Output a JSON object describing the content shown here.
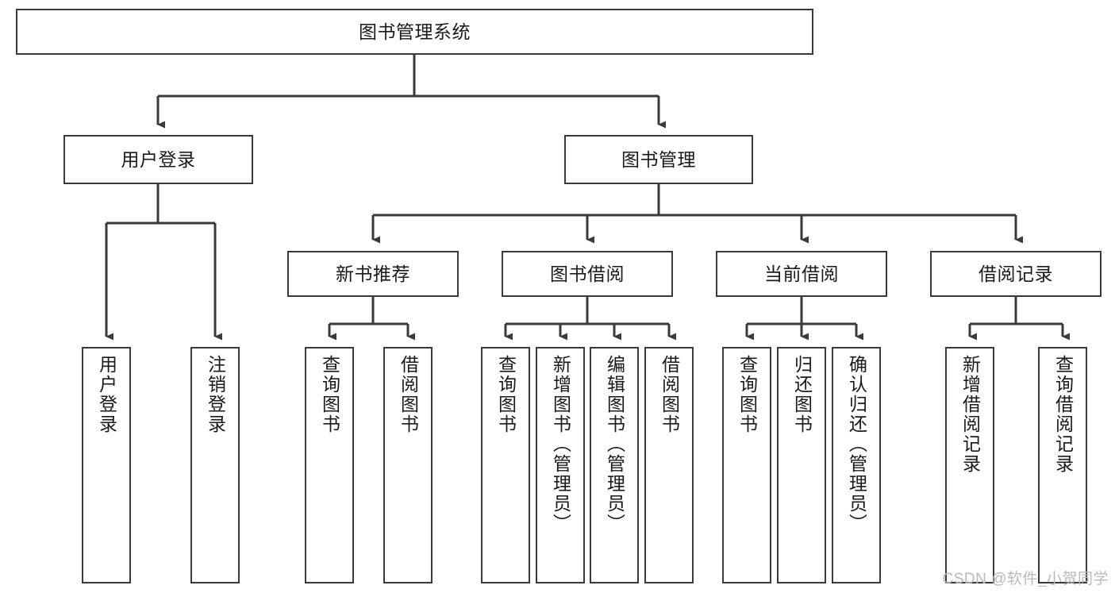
{
  "diagram": {
    "title": "图书管理系统",
    "type": "tree-hierarchy",
    "root": {
      "id": "root",
      "label": "图书管理系统",
      "orientation": "horizontal"
    },
    "level2": [
      {
        "id": "user-login",
        "label": "用户登录",
        "orientation": "horizontal"
      },
      {
        "id": "book-manage",
        "label": "图书管理",
        "orientation": "horizontal"
      }
    ],
    "level3": [
      {
        "id": "new-book-rec",
        "label": "新书推荐",
        "orientation": "horizontal",
        "parent": "book-manage"
      },
      {
        "id": "book-borrow",
        "label": "图书借阅",
        "orientation": "horizontal",
        "parent": "book-manage"
      },
      {
        "id": "current-borrow",
        "label": "当前借阅",
        "orientation": "horizontal",
        "parent": "book-manage"
      },
      {
        "id": "borrow-record",
        "label": "借阅记录",
        "orientation": "horizontal",
        "parent": "book-manage"
      }
    ],
    "leaves": [
      {
        "id": "leaf-user-login",
        "label": "用户登录",
        "orientation": "vertical",
        "parent": "user-login"
      },
      {
        "id": "leaf-logout",
        "label": "注销登录",
        "orientation": "vertical",
        "parent": "user-login"
      },
      {
        "id": "leaf-query-book-1",
        "label": "查询图书",
        "orientation": "vertical",
        "parent": "new-book-rec"
      },
      {
        "id": "leaf-borrow-book-1",
        "label": "借阅图书",
        "orientation": "vertical",
        "parent": "new-book-rec"
      },
      {
        "id": "leaf-query-book-2",
        "label": "查询图书",
        "orientation": "vertical",
        "parent": "book-borrow"
      },
      {
        "id": "leaf-add-book",
        "label": "新增图书（管理员）",
        "orientation": "vertical",
        "parent": "book-borrow"
      },
      {
        "id": "leaf-edit-book",
        "label": "编辑图书（管理员）",
        "orientation": "vertical",
        "parent": "book-borrow"
      },
      {
        "id": "leaf-borrow-book-2",
        "label": "借阅图书",
        "orientation": "vertical",
        "parent": "book-borrow"
      },
      {
        "id": "leaf-query-book-3",
        "label": "查询图书",
        "orientation": "vertical",
        "parent": "current-borrow"
      },
      {
        "id": "leaf-return-book",
        "label": "归还图书",
        "orientation": "vertical",
        "parent": "current-borrow"
      },
      {
        "id": "leaf-confirm-return",
        "label": "确认归还（管理员）",
        "orientation": "vertical",
        "parent": "current-borrow"
      },
      {
        "id": "leaf-add-record",
        "label": "新增借阅记录",
        "orientation": "vertical",
        "parent": "borrow-record"
      },
      {
        "id": "leaf-query-record",
        "label": "查询借阅记录",
        "orientation": "vertical",
        "parent": "borrow-record"
      }
    ],
    "watermark": "CSDN @软件_小贺同学",
    "colors": {
      "stroke": "#3a3a3a",
      "fill": "#ffffff",
      "text": "#1a1a1a",
      "watermark": "#b9b9b9"
    }
  }
}
